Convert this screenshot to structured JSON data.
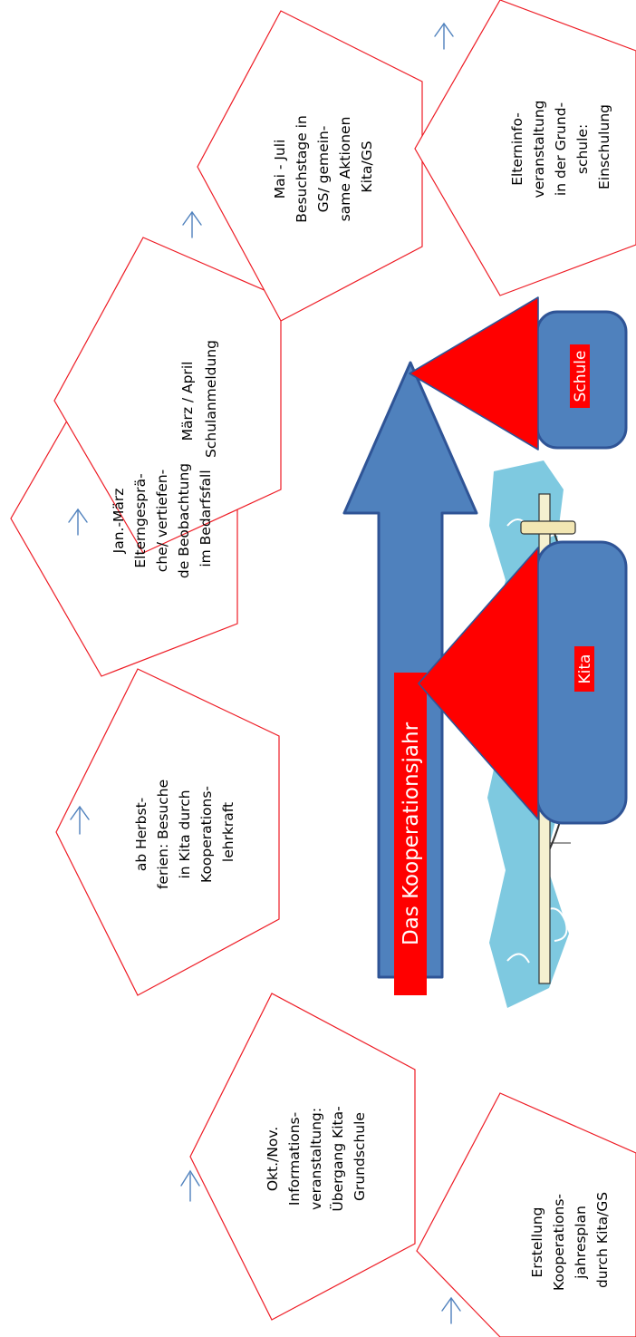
{
  "steps": [
    {
      "id": "oktnov",
      "lines": [
        "Okt./Nov.",
        "Informations-",
        "veranstaltung:",
        "Übergang Kita-",
        "Grundschule"
      ]
    },
    {
      "id": "herbst",
      "lines": [
        "ab Herbst-",
        "ferien: Besuche",
        "in Kita durch",
        "Kooperations-",
        "lehrkraft"
      ]
    },
    {
      "id": "janmaerz",
      "lines": [
        "Jan.-März",
        "Elterngesprä-",
        "che/ vertiefen-",
        "de Beobachtung",
        "im Bedarfsfall"
      ]
    },
    {
      "id": "maerzapril",
      "lines": [
        "März / April",
        "Schulanmeldung"
      ]
    },
    {
      "id": "maijuli",
      "lines": [
        "Mai - Juli",
        "Besuchstage in",
        "GS/ gemein-",
        "same Aktionen",
        "Kita/GS"
      ]
    },
    {
      "id": "elterninfo",
      "lines": [
        "Elterninfo-",
        "veranstaltung",
        "in der Grund-",
        "schule:",
        "Einschulung"
      ]
    },
    {
      "id": "erstellung",
      "lines": [
        "Erstellung",
        "Kooperations-",
        "jahresplan",
        "durch Kita/GS"
      ]
    }
  ],
  "title": "Das Kooperationsjahr",
  "houses": {
    "kita": "Kita",
    "schule": "Schule"
  },
  "colors": {
    "stroke": "#ee1c25",
    "roof": "#ff0000",
    "house": "#4f81bd",
    "arrow": "#4f81bd",
    "water": "#7ec9e0"
  }
}
